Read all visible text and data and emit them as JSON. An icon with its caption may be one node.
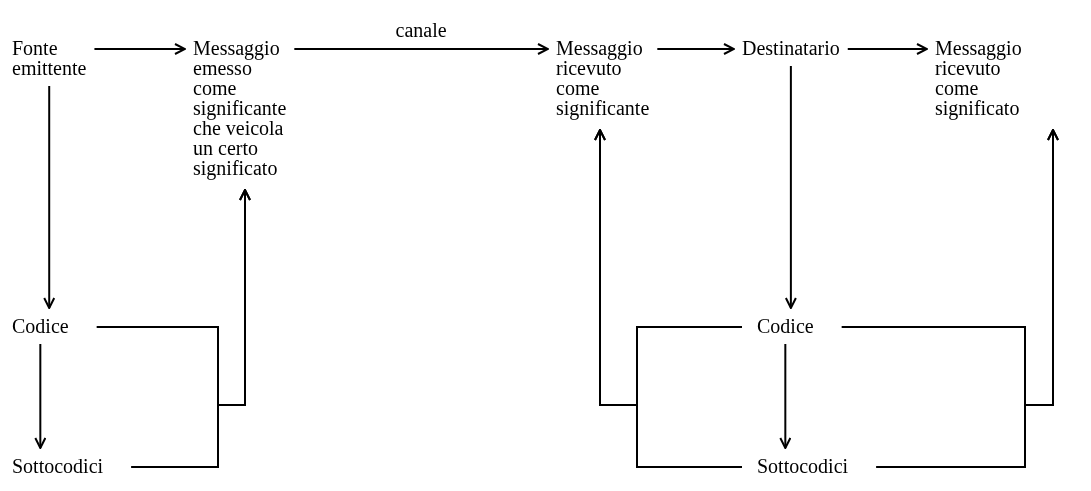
{
  "diagram": {
    "nodes": [
      {
        "text": [
          "Fonte emittente"
        ]
      },
      {
        "text": [
          "Messaggio emesso come significante che veicola un certo significato"
        ]
      },
      {
        "text": [
          "Messaggio ricevuto come significante"
        ]
      },
      {
        "text": [
          "Destinatario"
        ]
      },
      {
        "text": [
          "Messaggio ricevuto come significato"
        ]
      },
      {
        "text": [
          "Codice"
        ]
      },
      {
        "text": [
          "Sottocodici"
        ]
      },
      {
        "text": [
          "Codice"
        ]
      },
      {
        "text": [
          "Sottocodici"
        ]
      }
    ],
    "edges": [
      {
        "from": 0,
        "to": 1,
        "arrow": "to"
      },
      {
        "from": 1,
        "to": 2,
        "arrow": "to",
        "label": "canale"
      },
      {
        "from": 2,
        "to": 3,
        "arrow": "to"
      },
      {
        "from": 3,
        "to": 4,
        "arrow": "to"
      },
      {
        "from": 0,
        "to": 5,
        "arrow": "to"
      },
      {
        "from": 5,
        "to": 6,
        "arrow": "to"
      },
      {
        "from": 5,
        "to": 1,
        "arrow": "to"
      },
      {
        "from": 6,
        "to": 1,
        "arrow": "to"
      },
      {
        "from": 3,
        "to": 7,
        "arrow": "to"
      },
      {
        "from": 7,
        "to": 8,
        "arrow": "to"
      },
      {
        "from": 7,
        "to": 2,
        "arrow": "to"
      },
      {
        "from": 8,
        "to": 2,
        "arrow": "to"
      },
      {
        "from": 7,
        "to": 4,
        "arrow": "to"
      },
      {
        "from": 8,
        "to": 4,
        "arrow": "to"
      }
    ]
  }
}
